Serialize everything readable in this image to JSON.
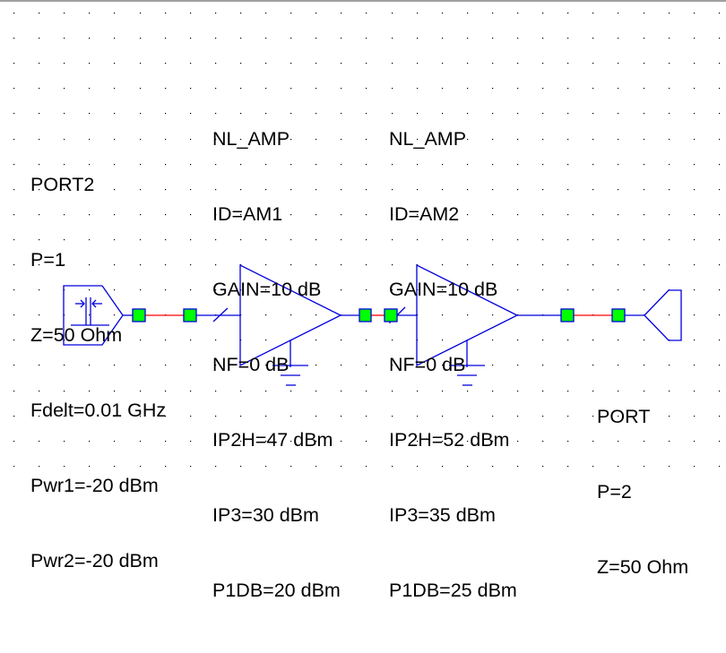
{
  "schematic": {
    "colors": {
      "component": "#0000dd",
      "wire": "#ff0000",
      "node_fill": "#00ff00",
      "node_stroke": "#0000dd",
      "grid_dot": "#000000",
      "text": "#000000"
    },
    "port1": {
      "lines": [
        "PORT2",
        "P=1",
        "Z=50 Ohm",
        "Fdelt=0.01 GHz",
        "Pwr1=-20 dBm",
        "Pwr2=-20 dBm"
      ]
    },
    "amp1": {
      "lines": [
        "NL_AMP",
        "ID=AM1",
        "GAIN=10 dB",
        "NF=0 dB",
        "IP2H=47 dBm",
        "IP3=30 dBm",
        "P1DB=20 dBm"
      ]
    },
    "amp2": {
      "lines": [
        "NL_AMP",
        "ID=AM2",
        "GAIN=10 dB",
        "NF=0 dB",
        "IP2H=52 dBm",
        "IP3=35 dBm",
        "P1DB=25 dBm"
      ]
    },
    "port2": {
      "lines": [
        "PORT",
        "P=2",
        "Z=50 Ohm"
      ]
    }
  }
}
